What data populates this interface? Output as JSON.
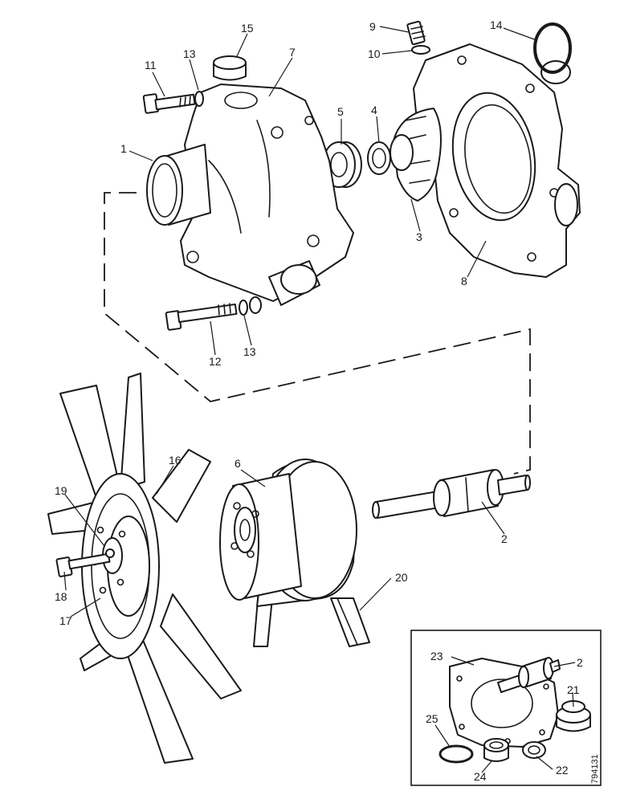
{
  "callouts": {
    "c1": "1",
    "c2": "2",
    "c3": "3",
    "c4": "4",
    "c5": "5",
    "c6": "6",
    "c7": "7",
    "c8": "8",
    "c9": "9",
    "c10": "10",
    "c11": "11",
    "c12": "12",
    "c13a": "13",
    "c13b": "13",
    "c14": "14",
    "c15": "15",
    "c16": "16",
    "c17": "17",
    "c18": "18",
    "c19": "19",
    "c20": "20",
    "c21": "21",
    "c22": "22",
    "c23": "23",
    "c24": "24",
    "c25": "25",
    "c2_inset": "2"
  },
  "drawing_number": "794131"
}
